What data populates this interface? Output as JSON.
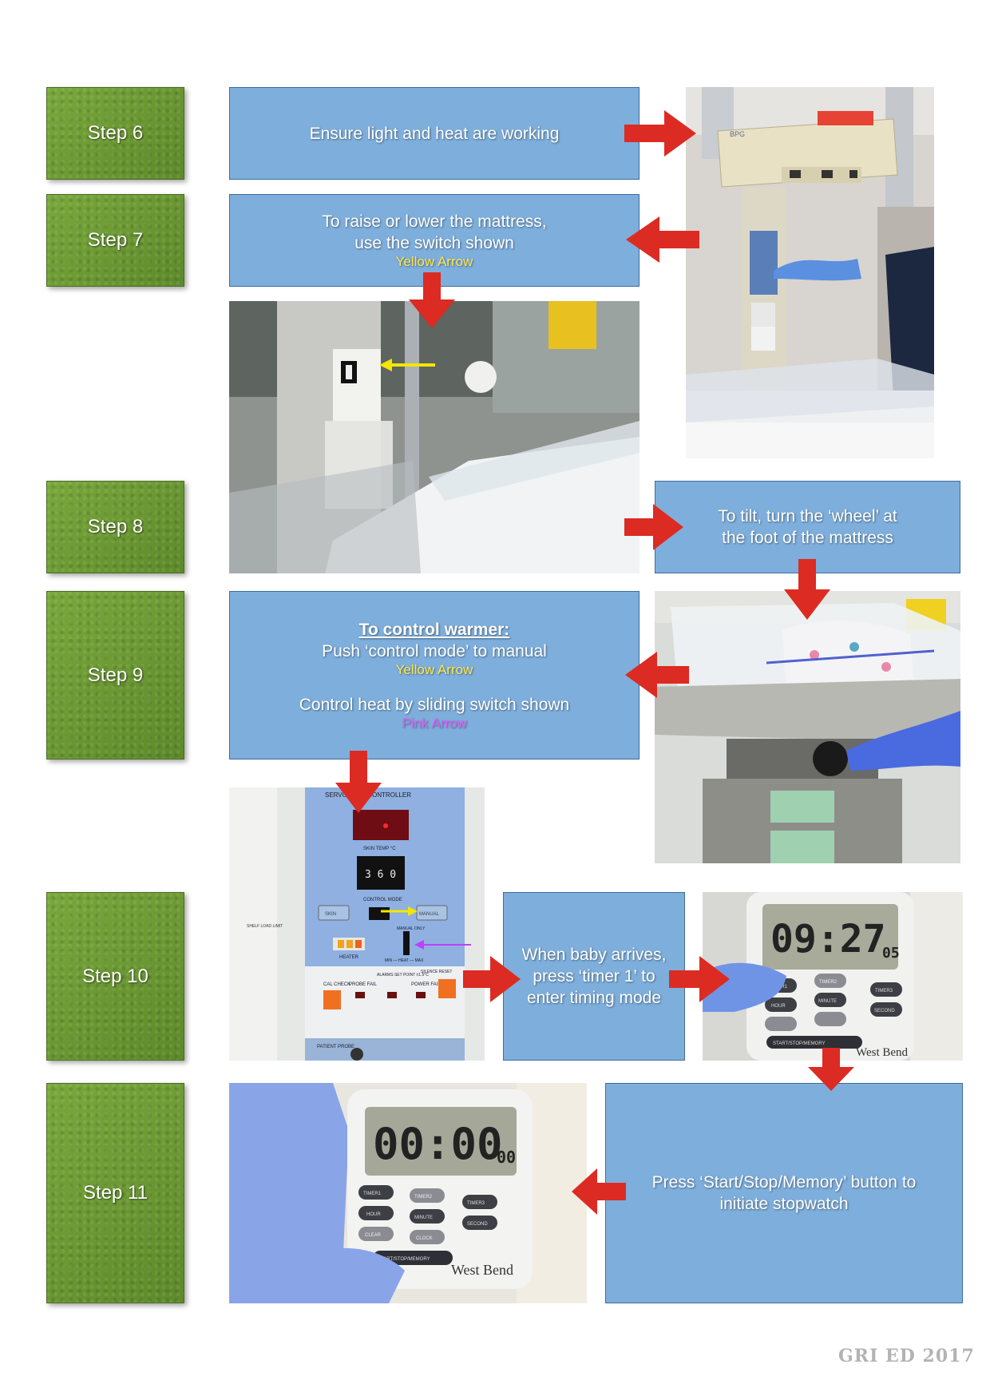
{
  "steps": [
    {
      "label": "Step 6"
    },
    {
      "label": "Step 7"
    },
    {
      "label": "Step 8"
    },
    {
      "label": "Step 9"
    },
    {
      "label": "Step 10"
    },
    {
      "label": "Step 11"
    }
  ],
  "instructions": {
    "step6": {
      "text": "Ensure light and heat are working"
    },
    "step7": {
      "line1": "To raise or lower the mattress,",
      "line2": "use the switch shown",
      "note": "Yellow Arrow"
    },
    "step8": {
      "line1": "To tilt, turn the ‘wheel’ at",
      "line2": "the foot of the mattress"
    },
    "step9": {
      "heading": "To control warmer:",
      "line1": "Push ‘control mode’ to manual",
      "note1": "Yellow Arrow",
      "line2": "Control heat by sliding switch shown",
      "note2": "Pink Arrow"
    },
    "step10": {
      "line1": "When baby arrives,",
      "line2": "press ‘timer 1’ to",
      "line3": "enter timing mode"
    },
    "step11": {
      "line1": "Press ‘Start/Stop/Memory’ button to",
      "line2": "initiate stopwatch"
    }
  },
  "photos": {
    "warmer_brand": "BPG",
    "controller_title": "SERVO DUAL CONTROLLER",
    "controller_skin_temp": "SKIN TEMP °C",
    "controller_digits": "3 6 0",
    "controller_control_mode": "CONTROL MODE",
    "controller_skin": "SKIN",
    "controller_manual": "MANUAL",
    "controller_manual_only": "MANUAL ONLY",
    "controller_min_heat_max": "MIN — HEAT — MAX",
    "controller_heater": "HEATER",
    "controller_cal_check": "CAL CHECK",
    "controller_probe_fail": "PROBE FAIL",
    "controller_alarms_set_point": "ALARMS SET POINT ±1.5°C",
    "controller_power_fail": "POWER FAIL",
    "controller_silence_reset": "SILENCE RESET",
    "controller_patient_probe": "PATIENT PROBE",
    "controller_shelf_limit": "SHELF LOAD LIMIT",
    "timer1_display": "09:27",
    "timer1_small": "05",
    "timer2_display": "00:00",
    "timer2_small": "00",
    "timer_brand": "West Bend",
    "timer_btn_timer1": "TIMER1",
    "timer_btn_timer2": "TIMER2",
    "timer_btn_timer3": "TIMER3",
    "timer_btn_hour": "HOUR",
    "timer_btn_minute": "MINUTE",
    "timer_btn_second": "SECOND",
    "timer_btn_clear": "CLEAR",
    "timer_btn_clock": "CLOCK",
    "timer_btn_startstop": "START/STOP/MEMORY"
  },
  "footer": {
    "text": "GRI ED 2017"
  },
  "colors": {
    "step_green": "#6a9a33",
    "box_blue": "#7eaedb",
    "arrow_red": "#dc2b22",
    "yellow_arrow": "#f4e600",
    "pink_arrow": "#c040ff"
  }
}
